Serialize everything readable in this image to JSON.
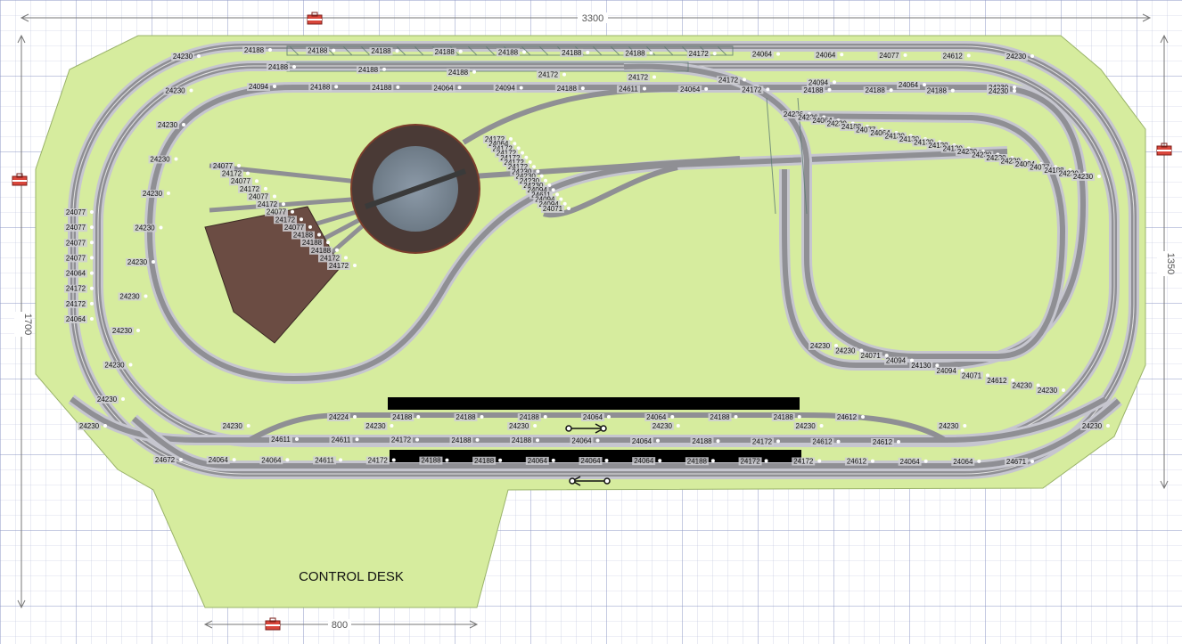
{
  "plan": {
    "control_desk_label": "CONTROL DESK",
    "dimensions": {
      "width": "3300",
      "height_left": "1700",
      "height_right": "1350",
      "desk_width": "800"
    },
    "icons": [
      "toolbox-icon",
      "toolbox-icon",
      "toolbox-icon",
      "toolbox-icon"
    ],
    "colors": {
      "baseboard": "#d6ec9e",
      "grid": "#b9bfd9",
      "track": "#9a9a9a",
      "platform": "#000000",
      "turntable": "#4a3a36",
      "shed": "#6b4c43"
    },
    "track_labels": {
      "top": [
        "24188",
        "24188",
        "24188",
        "24188",
        "24188",
        "24188",
        "24188",
        "24172",
        "24064",
        "24064",
        "24077",
        "24612",
        "24230"
      ],
      "row2": [
        "24188",
        "24188",
        "24188",
        "24172",
        "24172",
        "24172",
        "24094",
        "24064",
        "24230"
      ],
      "row3": [
        "24094",
        "24188",
        "24188",
        "24064",
        "24094",
        "24188",
        "24611",
        "24064",
        "24172",
        "24188",
        "24188",
        "24188",
        "24230"
      ],
      "left_curves": [
        "24230",
        "24230",
        "24230",
        "24230",
        "24230",
        "24230",
        "24230",
        "24230",
        "24230",
        "24230",
        "24230"
      ],
      "left_straights": [
        "24077",
        "24077",
        "24077",
        "24077",
        "24064",
        "24172",
        "24172",
        "24064"
      ],
      "yard": [
        "24077",
        "24172",
        "24077",
        "24172",
        "24077",
        "24172",
        "24077",
        "24172",
        "24077",
        "24188",
        "24188",
        "24188",
        "24172",
        "24172"
      ],
      "inner_branch": [
        "24172",
        "24064",
        "24172",
        "24172",
        "24172",
        "24172",
        "24172",
        "24230",
        "24230",
        "24230",
        "24230",
        "24094",
        "24611",
        "24094",
        "24094",
        "24071"
      ],
      "right_side": [
        "24236",
        "24236",
        "24064",
        "24230",
        "24188",
        "24077",
        "24064",
        "24130",
        "24130",
        "24130",
        "24130",
        "24130",
        "24230",
        "24230",
        "24230",
        "24230",
        "24094",
        "24077",
        "24188",
        "24230",
        "24230"
      ],
      "bottom_loop": [
        "24230",
        "24230",
        "24071",
        "24094",
        "24130",
        "24094",
        "24071",
        "24612",
        "24230",
        "24230"
      ],
      "platform_top": [
        "24224",
        "24188",
        "24188",
        "24188",
        "24064",
        "24064",
        "24188",
        "24188",
        "24612"
      ],
      "platform_mid": [
        "24611",
        "24611",
        "24172",
        "24188",
        "24188",
        "24064",
        "24064",
        "24188",
        "24172",
        "24612",
        "24612"
      ],
      "platform_bot": [
        "24672",
        "24064",
        "24064",
        "24611",
        "24172",
        "24188",
        "24188",
        "24064",
        "24064",
        "24064",
        "24188",
        "24172",
        "24172",
        "24612",
        "24064",
        "24064",
        "24671"
      ],
      "outer_corners": [
        "24230",
        "24230",
        "24230",
        "24230",
        "24230",
        "24230",
        "24230",
        "24230"
      ]
    }
  }
}
